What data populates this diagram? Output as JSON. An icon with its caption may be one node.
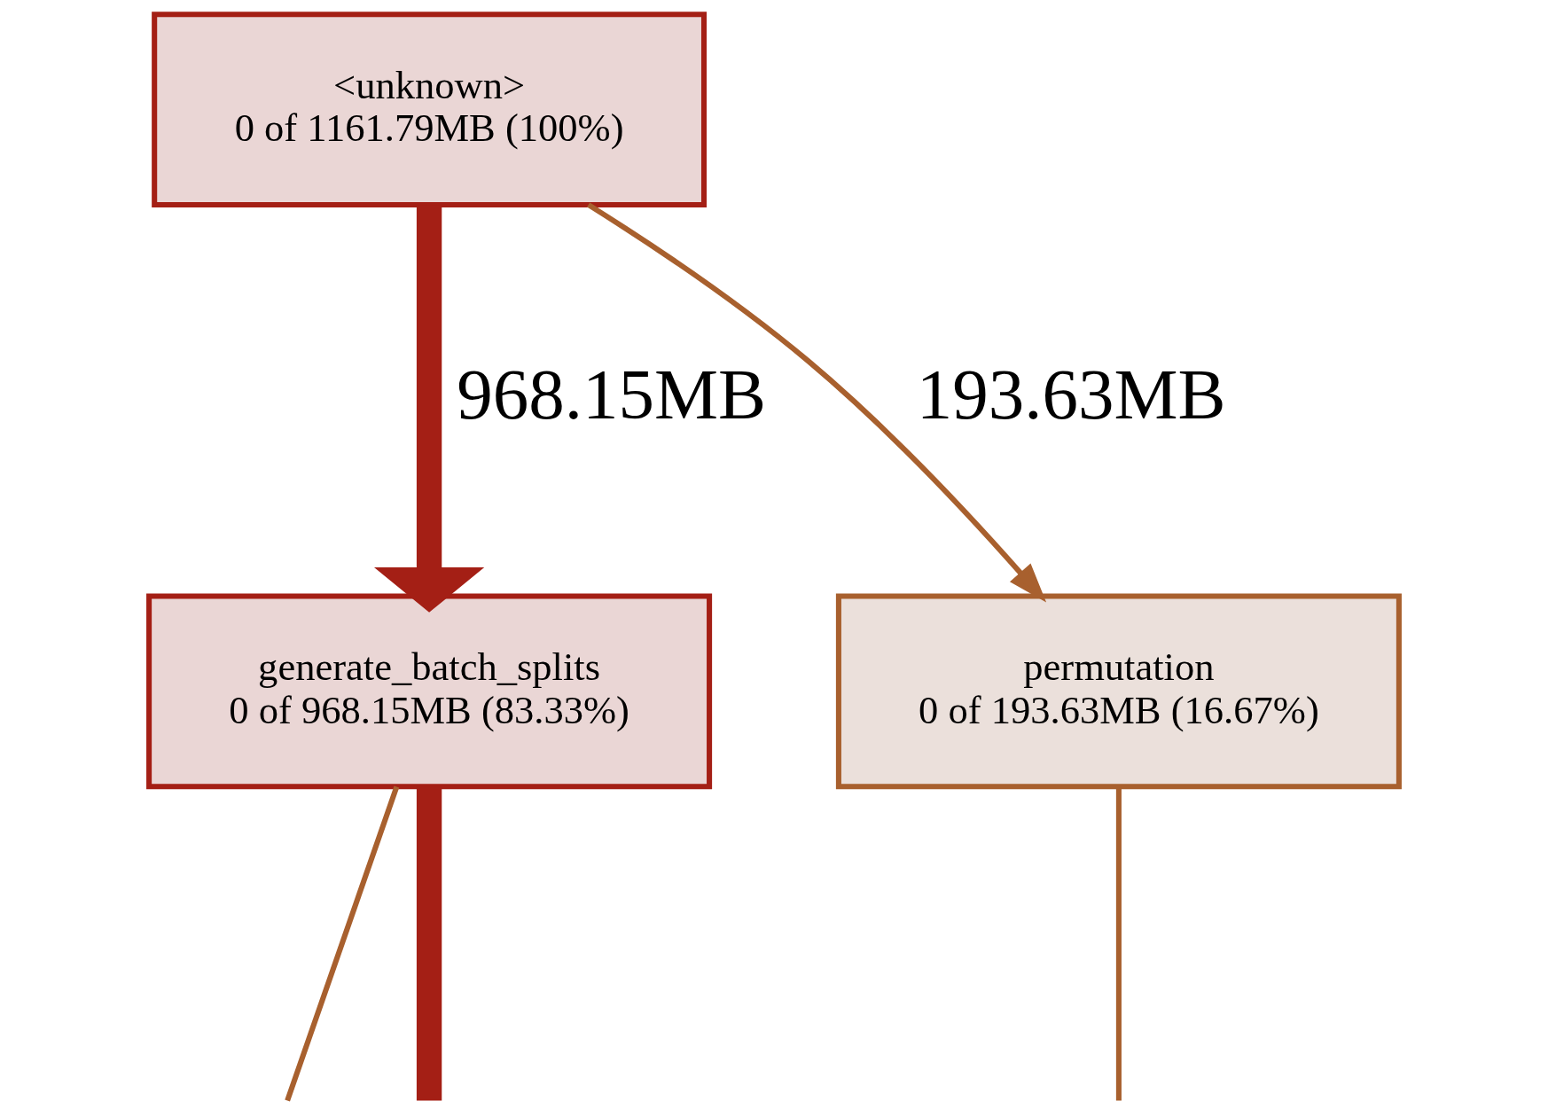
{
  "diagram": {
    "nodes": [
      {
        "text": [
          "<unknown>",
          "0 of 1161.79MB (100%)"
        ]
      },
      {
        "text": [
          "generate_batch_splits",
          "0 of 968.15MB (83.33%)"
        ]
      },
      {
        "text": [
          "permutation",
          "0 of 193.63MB (16.67%)"
        ]
      }
    ],
    "edges": [
      {
        "from": 0,
        "to": 1,
        "arrow": "to",
        "label": "968.15MB",
        "style": "thick",
        "color": "#a41f15"
      },
      {
        "from": 0,
        "to": 2,
        "arrow": "to",
        "label": "193.63MB"
      },
      {
        "from": 1,
        "to": null,
        "arrow": "none"
      },
      {
        "from": 1,
        "to": null,
        "arrow": "none",
        "style": "thick",
        "color": "#a41f15"
      },
      {
        "from": 2,
        "to": null,
        "arrow": "none"
      }
    ]
  }
}
